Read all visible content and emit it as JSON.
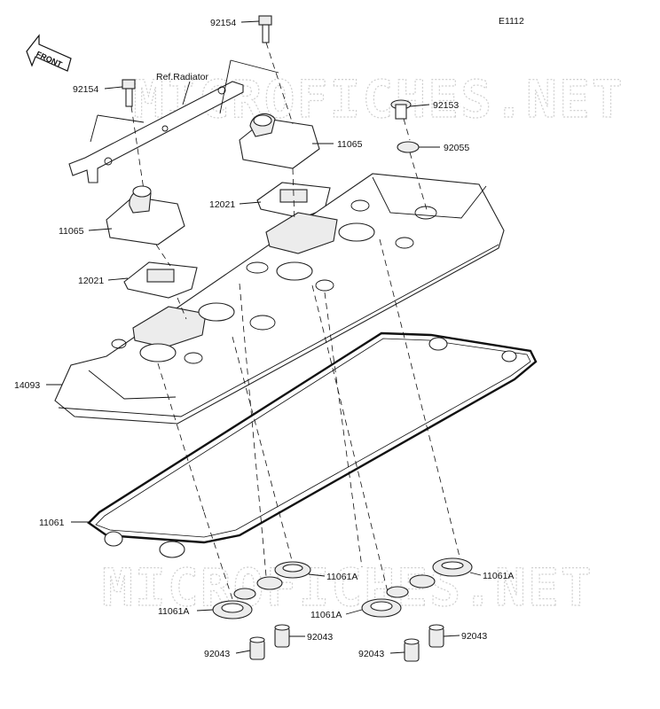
{
  "diagram_code": "E1112",
  "front_label": "FRONT",
  "ref_label": "Ref.Radiator",
  "watermark": "MICROFICHES.NET",
  "callouts": [
    {
      "id": "c-92154-top",
      "text": "92154"
    },
    {
      "id": "c-92154-left",
      "text": "92154"
    },
    {
      "id": "c-92153",
      "text": "92153"
    },
    {
      "id": "c-11065-right",
      "text": "11065"
    },
    {
      "id": "c-92055",
      "text": "92055"
    },
    {
      "id": "c-12021-upper",
      "text": "12021"
    },
    {
      "id": "c-11065-left",
      "text": "11065"
    },
    {
      "id": "c-12021-lower",
      "text": "12021"
    },
    {
      "id": "c-14093",
      "text": "14093"
    },
    {
      "id": "c-11061",
      "text": "11061"
    },
    {
      "id": "c-11061A-1",
      "text": "11061A"
    },
    {
      "id": "c-11061A-2",
      "text": "11061A"
    },
    {
      "id": "c-11061A-3",
      "text": "11061A"
    },
    {
      "id": "c-11061A-4",
      "text": "11061A"
    },
    {
      "id": "c-92043-1",
      "text": "92043"
    },
    {
      "id": "c-92043-2",
      "text": "92043"
    },
    {
      "id": "c-92043-3",
      "text": "92043"
    },
    {
      "id": "c-92043-4",
      "text": "92043"
    }
  ]
}
